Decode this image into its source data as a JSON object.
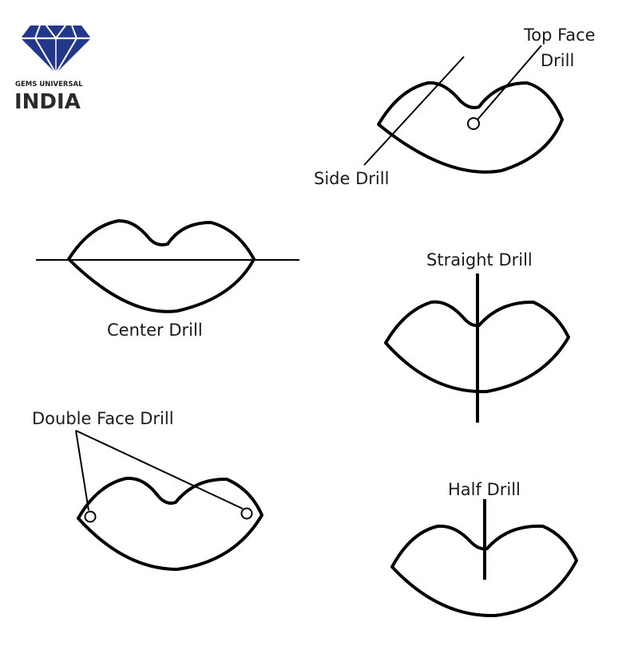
{
  "brand": {
    "line1": "GEMS UNIVERSAL",
    "line2": "INDIA",
    "logo_color": "#23378b"
  },
  "labels": {
    "top_face_line1": "Top Face",
    "top_face_line2": "Drill",
    "side": "Side Drill",
    "center": "Center Drill",
    "straight": "Straight Drill",
    "double_face": "Double Face Drill",
    "half": "Half Drill"
  },
  "colors": {
    "stroke": "#000000",
    "text": "#1a1a1a"
  }
}
